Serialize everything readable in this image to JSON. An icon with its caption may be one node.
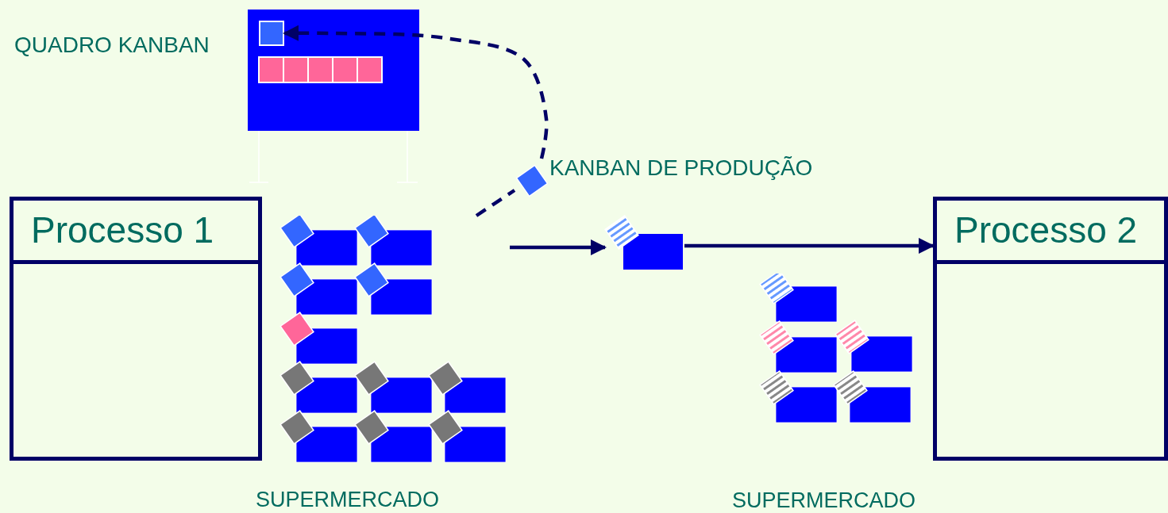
{
  "diagram": {
    "nodes": [
      {
        "text": [
          "Processo 1"
        ]
      },
      {
        "text": [
          "Processo 2"
        ]
      },
      {
        "text": [
          "QUADRO KANBAN"
        ]
      },
      {
        "text": [],
        "shape": "box",
        "in": 2
      },
      {
        "text": [
          "KANBAN DE PRODUÇÃO"
        ]
      },
      {
        "text": [
          "SUPERMERCADO"
        ]
      },
      {
        "text": [],
        "shape": "box"
      },
      {
        "text": [
          "SUPERMERCADO"
        ]
      }
    ],
    "edges": [
      {
        "from": 5,
        "to": 6,
        "arrow": "to"
      },
      {
        "from": 6,
        "to": 1,
        "arrow": "to"
      },
      {
        "from": 5,
        "to": 4,
        "arrow": "none",
        "style": "dashed"
      },
      {
        "from": 4,
        "to": 3,
        "arrow": "to",
        "style": "dashed"
      }
    ]
  }
}
